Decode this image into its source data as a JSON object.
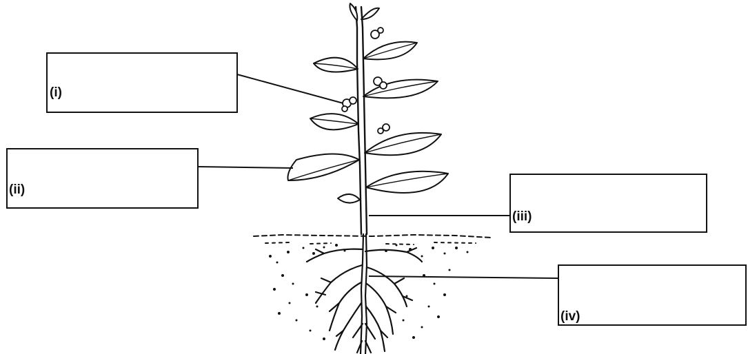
{
  "diagram": {
    "labels": [
      {
        "id": "i",
        "text": "(i)"
      },
      {
        "id": "ii",
        "text": "(ii)"
      },
      {
        "id": "iii",
        "text": "(iii)"
      },
      {
        "id": "iv",
        "text": "(iv)"
      }
    ],
    "colors": {
      "ink": "#111111",
      "background": "#ffffff"
    },
    "icons": {
      "plant": "flowering-plant-with-roots"
    }
  }
}
